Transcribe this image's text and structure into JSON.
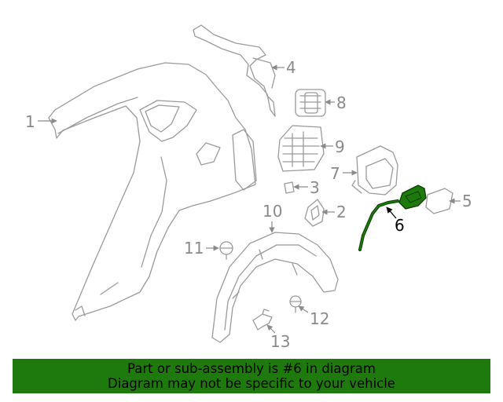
{
  "callouts": {
    "c1": "1",
    "c2": "2",
    "c3": "3",
    "c4": "4",
    "c5": "5",
    "c6": "6",
    "c7": "7",
    "c8": "8",
    "c9": "9",
    "c10": "10",
    "c11": "11",
    "c12": "12",
    "c13": "13"
  },
  "highlight": {
    "part": "6",
    "color": "#1e7a0c"
  },
  "banner": {
    "line1": "Part or sub-assembly is #6 in diagram",
    "line2": "Diagram may not be specific to your vehicle",
    "background": "#1e7a0c"
  }
}
